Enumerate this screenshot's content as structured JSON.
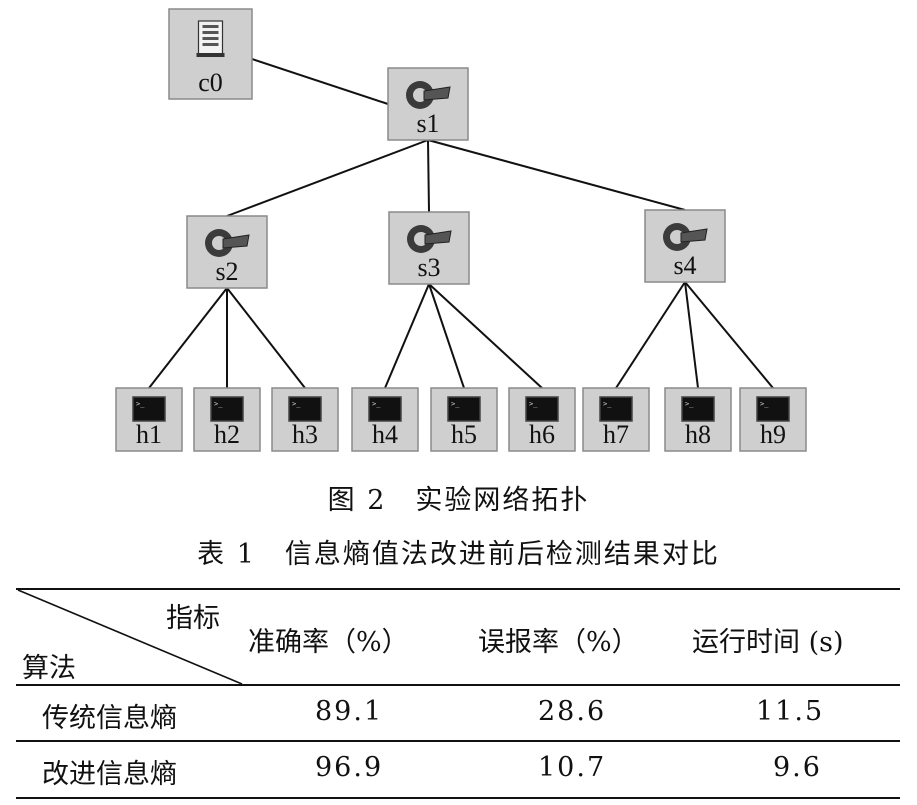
{
  "figure": {
    "caption": "图 2　实验网络拓扑",
    "controller": {
      "id": "c0",
      "icon": "controller-server-icon"
    },
    "switches": [
      {
        "id": "s1",
        "icon": "switch-icon"
      },
      {
        "id": "s2",
        "icon": "switch-icon"
      },
      {
        "id": "s3",
        "icon": "switch-icon"
      },
      {
        "id": "s4",
        "icon": "switch-icon"
      }
    ],
    "hosts": [
      {
        "id": "h1",
        "icon": "host-terminal-icon"
      },
      {
        "id": "h2",
        "icon": "host-terminal-icon"
      },
      {
        "id": "h3",
        "icon": "host-terminal-icon"
      },
      {
        "id": "h4",
        "icon": "host-terminal-icon"
      },
      {
        "id": "h5",
        "icon": "host-terminal-icon"
      },
      {
        "id": "h6",
        "icon": "host-terminal-icon"
      },
      {
        "id": "h7",
        "icon": "host-terminal-icon"
      },
      {
        "id": "h8",
        "icon": "host-terminal-icon"
      },
      {
        "id": "h9",
        "icon": "host-terminal-icon"
      }
    ],
    "links": [
      [
        "c0",
        "s1"
      ],
      [
        "s1",
        "s2"
      ],
      [
        "s1",
        "s3"
      ],
      [
        "s1",
        "s4"
      ],
      [
        "s2",
        "h1"
      ],
      [
        "s2",
        "h2"
      ],
      [
        "s2",
        "h3"
      ],
      [
        "s3",
        "h4"
      ],
      [
        "s3",
        "h5"
      ],
      [
        "s3",
        "h6"
      ],
      [
        "s4",
        "h7"
      ],
      [
        "s4",
        "h8"
      ],
      [
        "s4",
        "h9"
      ]
    ],
    "colors": {
      "node_fill": "#cfcfcf",
      "link": "#111111"
    }
  },
  "table": {
    "caption": "表 1　信息熵值法改进前后检测结果对比",
    "header": {
      "corner_top": "指标",
      "corner_bottom": "算法",
      "columns": [
        "准确率（%）",
        "误报率（%）",
        "运行时间 (s)"
      ]
    },
    "rows": [
      {
        "name": "传统信息熵",
        "values": [
          "89.1",
          "28.6",
          "11.5"
        ]
      },
      {
        "name": "改进信息熵",
        "values": [
          "96.9",
          "10.7",
          "9.6"
        ]
      }
    ]
  }
}
